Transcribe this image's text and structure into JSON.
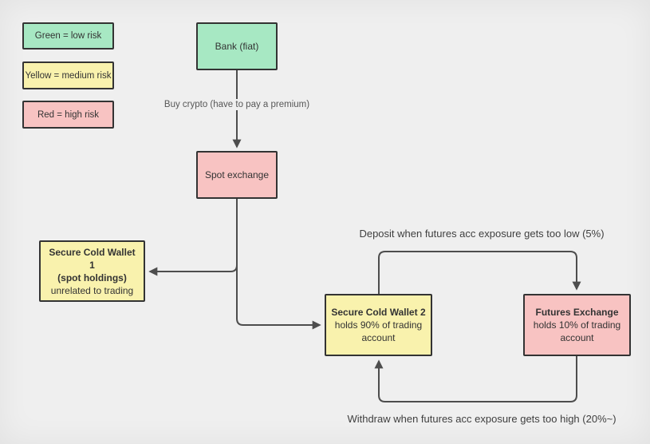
{
  "colors": {
    "bg": "#efefef",
    "line": "#4d4d4d",
    "border": "#333333",
    "text": "#333333",
    "muted-text": "#575757",
    "green-fill": "#a7e8c3",
    "yellow-fill": "#f9f2ad",
    "pink-fill": "#f8c3c2"
  },
  "legend": {
    "items": [
      {
        "label": "Green = low risk",
        "risk": "low"
      },
      {
        "label": "Yellow = medium risk",
        "risk": "medium"
      },
      {
        "label": "Red = high risk",
        "risk": "high"
      }
    ]
  },
  "nodes": {
    "bank": {
      "title": "Bank (fiat)"
    },
    "spot": {
      "title": "Spot exchange"
    },
    "cold_wallet_1": {
      "title": "Secure Cold Wallet 1",
      "subtitle": "(spot holdings)",
      "body": "unrelated to trading"
    },
    "cold_wallet_2": {
      "title": "Secure Cold Wallet 2",
      "body": "holds 90% of trading account"
    },
    "futures": {
      "title": "Futures Exchange",
      "body": "holds 10% of trading account"
    }
  },
  "edges": {
    "buy_label": "Buy crypto (have to pay a premium)",
    "deposit_label": "Deposit when futures acc exposure gets too low (5%)",
    "withdraw_label": "Withdraw when futures acc exposure gets too high (20%~)"
  }
}
